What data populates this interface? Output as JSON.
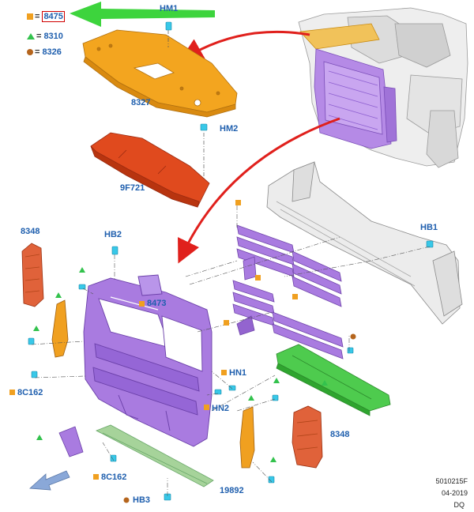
{
  "legend": {
    "items": [
      {
        "code": "8475",
        "shape": "square",
        "color": "#f0a020",
        "highlighted": true
      },
      {
        "code": "8310",
        "shape": "triangle",
        "color": "#33c24d"
      },
      {
        "code": "8326",
        "shape": "circle",
        "color": "#b5651d"
      }
    ],
    "separator": "="
  },
  "parts": {
    "hm1": "HM1",
    "p8327": "8327",
    "hm2": "HM2",
    "p9f721": "9F721",
    "p8348_left": "8348",
    "hb2": "HB2",
    "hb1": "HB1",
    "p8473": "8473",
    "hn1": "HN1",
    "hn2": "HN2",
    "p8c162_left": "8C162",
    "p8348_right": "8348",
    "p8c162_bottom": "8C162",
    "hb3": "HB3",
    "p19892": "19892"
  },
  "footer": {
    "line1": "5010215F",
    "line2": "04-2019",
    "line3": "DQ"
  },
  "colors": {
    "label": "#1f5fae",
    "orange_shield": "#f3a51f",
    "red_deflector": "#e04a1e",
    "purple_frame": "#a97be0",
    "green_shield": "#4ecb4e",
    "arrow_green": "#3dd43d",
    "arrow_red": "#e0201c",
    "nav_arrow": "#8aa8d8"
  }
}
